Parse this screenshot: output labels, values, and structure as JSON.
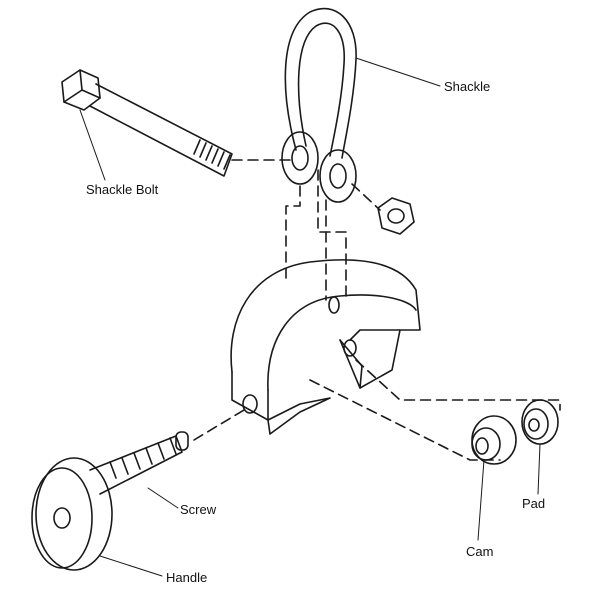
{
  "diagram": {
    "labels": {
      "shackle": "Shackle",
      "shackle_bolt": "Shackle Bolt",
      "screw": "Screw",
      "handle": "Handle",
      "cam": "Cam",
      "pad": "Pad"
    },
    "stroke_color": "#1a1a1a"
  }
}
